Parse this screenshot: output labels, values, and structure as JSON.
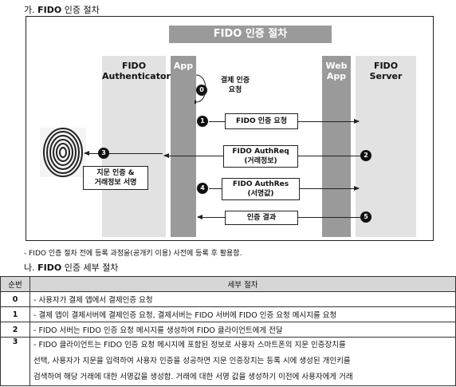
{
  "section_a": {
    "prefix": "가.",
    "bold": "FIDO",
    "rest": "인증 절차"
  },
  "diagram": {
    "title": "FIDO 인증 절차",
    "lanes": {
      "authenticator": "FIDO\nAuthenticator",
      "app": "App",
      "webapp": "Web\nApp",
      "server": "FIDO\nServer"
    },
    "boxes": {
      "pay_request": "결제 인증\n요청",
      "fido_auth_request": "FIDO 인증 요청",
      "authreq": "FIDO AuthReq\n(거래정보)",
      "fingerprint": "지문 인증 &\n거래정보 서명",
      "authres": "FIDO AuthRes\n(서명값)",
      "result": "인증 결과"
    },
    "steps": [
      "0",
      "1",
      "2",
      "3",
      "4",
      "5"
    ],
    "icons": {
      "fingerprint": "fingerprint-icon"
    }
  },
  "note": "- FIDO 인증 절차 전에 등록 과정을(공개키 이용) 사전에 등록 후 활용함.",
  "section_b": {
    "prefix": "나.",
    "bold": "FIDO",
    "rest": "인증 세부 절차"
  },
  "table": {
    "headers": [
      "순번",
      "세부 절차"
    ],
    "rows": [
      {
        "num": "0",
        "text": "- 사용자가 결제 앱에서 결제인증 요청"
      },
      {
        "num": "1",
        "text": "- 결제 앱이 결제서버에 결제인증 요청, 결제서버는 FIDO 서버에 FIDO 인증 요청 메시지를 요청"
      },
      {
        "num": "2",
        "text": "- FIDO 서버는 FIDO 인증 요청 메시지를 생성하여 FIDO 클라이언트에게 전달"
      },
      {
        "num": "3",
        "lines": [
          "- FIDO 클라이언트는 FIDO 인증 요청 메시지에 포함된 정보로 사용자 스마트폰의 지문 인증장치를",
          "선택, 사용자가 지문을 입력하여 사용자 인증을 성공하면 지문 인증장치는 등록 시에 생성된 개인키를",
          "검색하여 해당 거래에 대한 서명값을 생성함. 거래에 대한 서명 값을 생성하기 이전에 사용자에게 거래"
        ]
      }
    ]
  }
}
